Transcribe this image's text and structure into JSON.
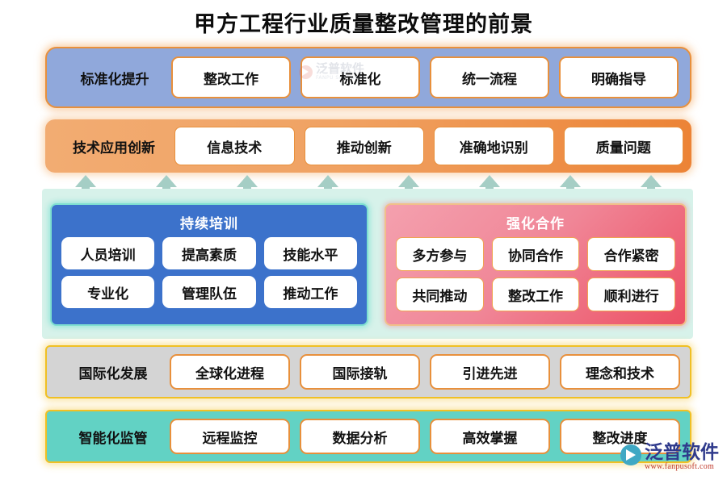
{
  "title": "甲方工程行业质量整改管理的前景",
  "rows": [
    {
      "key": "standardization",
      "label": "标准化提升",
      "chips": [
        "整改工作",
        "标准化",
        "统一流程",
        "明确指导"
      ],
      "color": "#90A8DB"
    },
    {
      "key": "technology",
      "label": "技术应用创新",
      "chips": [
        "信息技术",
        "推动创新",
        "准确地识别",
        "质量问题"
      ],
      "color": "#ED7D31"
    },
    {
      "key": "international",
      "label": "国际化发展",
      "chips": [
        "全球化进程",
        "国际接轨",
        "引进先进",
        "理念和技术"
      ],
      "color": "#D4D4D4"
    },
    {
      "key": "supervision",
      "label": "智能化监管",
      "chips": [
        "远程监控",
        "数据分析",
        "高效掌握",
        "整改进度"
      ],
      "color": "#62D2C4"
    }
  ],
  "panels": [
    {
      "key": "training",
      "title": "持续培训",
      "chips": [
        "人员培训",
        "提高素质",
        "技能水平",
        "专业化",
        "管理队伍",
        "推动工作"
      ],
      "color": "#3C72CB"
    },
    {
      "key": "cooperation",
      "title": "强化合作",
      "chips": [
        "多方参与",
        "协同合作",
        "合作紧密",
        "共同推动",
        "整改工作",
        "顺利进行"
      ],
      "color": "#EC4F63"
    }
  ],
  "arrows": {
    "count": 8,
    "color": "#A5CEC5",
    "direction": "up"
  },
  "watermarks": {
    "center": {
      "text": "泛普软件",
      "sub": "FANPU SOFTWARE"
    },
    "corner": {
      "text": "泛普软件",
      "sub": "www.fanpusoft.com"
    }
  },
  "palette": {
    "accent_orange": "#E8903C",
    "accent_yellow": "#F0C024",
    "mint_band": "#D7F2EA",
    "panel_border_teal": "#7FE0D0"
  }
}
